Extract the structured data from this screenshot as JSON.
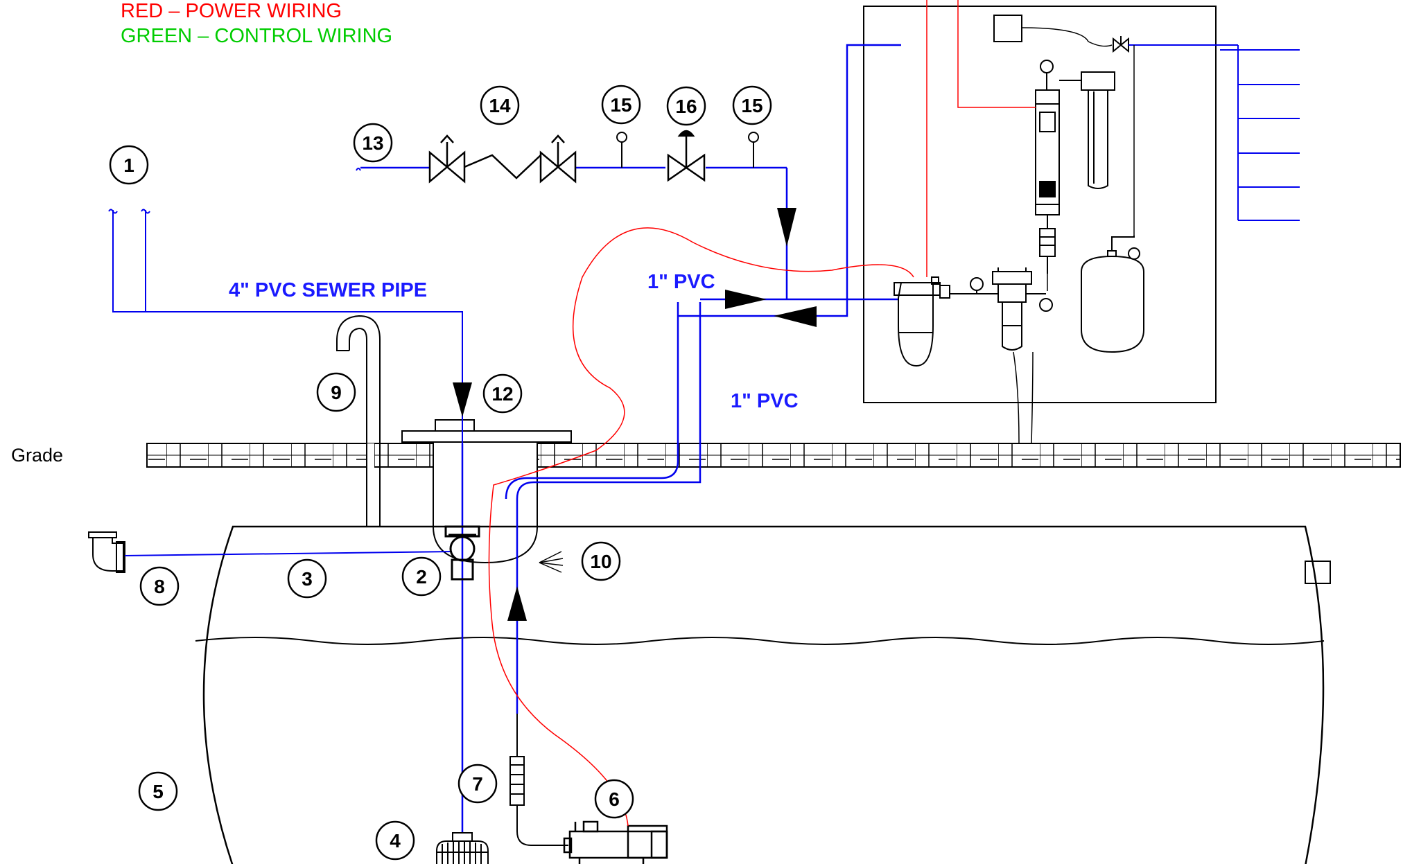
{
  "legend": {
    "red_label": "RED – POWER WIRING",
    "green_label": "GREEN – CONTROL WIRING",
    "red_color": "#ff0000",
    "green_color": "#00cc00"
  },
  "labels": {
    "sewer_pipe": "4\" PVC SEWER PIPE",
    "pvc_upper": "1\" PVC",
    "pvc_lower": "1\" PVC",
    "grade": "Grade"
  },
  "callouts": [
    "1",
    "2",
    "3",
    "4",
    "5",
    "6",
    "7",
    "8",
    "9",
    "10",
    "12",
    "13",
    "14",
    "15",
    "16",
    "15"
  ],
  "colors": {
    "pipe": "#0000ee",
    "power": "#ff0000",
    "outline": "#000000",
    "label_blue": "#1a1aff"
  }
}
